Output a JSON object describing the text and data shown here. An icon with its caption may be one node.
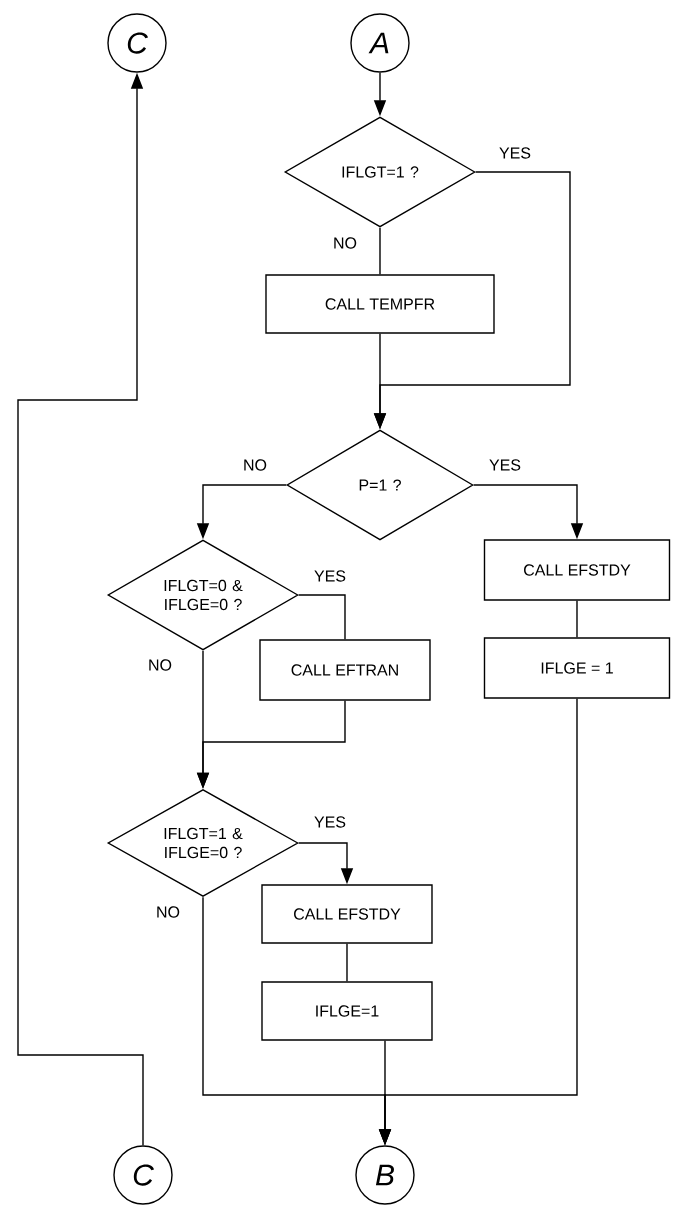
{
  "diagram": {
    "nodes": [
      {
        "text": [
          "C"
        ]
      },
      {
        "text": [
          "A"
        ]
      },
      {
        "text": [
          "IFLGT=1 ?"
        ]
      },
      {
        "text": [
          "CALL TEMPFR"
        ]
      },
      {
        "text": [
          "P=1 ?"
        ]
      },
      {
        "text": [
          "IFLGT=0 & IFLGE=0 ?"
        ]
      },
      {
        "text": [
          "CALL EFTRAN"
        ]
      },
      {
        "text": [
          "IFLGT=1 & IFLGE=0 ?"
        ]
      },
      {
        "text": [
          "CALL EFSTDY"
        ]
      },
      {
        "text": [
          "IFLGE=1"
        ]
      },
      {
        "text": [
          "CALL EFSTDY"
        ]
      },
      {
        "text": [
          "IFLGE = 1"
        ]
      },
      {
        "text": [
          "B"
        ]
      },
      {
        "text": [
          "C"
        ]
      }
    ],
    "edges": [
      {
        "from": 1,
        "to": 2,
        "arrow": "to"
      },
      {
        "from": 2,
        "to": 3,
        "arrow": "none",
        "label": "NO"
      },
      {
        "from": 2,
        "to": 4,
        "arrow": "to",
        "label": "YES"
      },
      {
        "from": 3,
        "to": 4,
        "arrow": "to"
      },
      {
        "from": 4,
        "to": 5,
        "arrow": "to",
        "label": "NO"
      },
      {
        "from": 4,
        "to": 10,
        "arrow": "to",
        "label": "YES"
      },
      {
        "from": 5,
        "to": 6,
        "arrow": "none",
        "label": "YES"
      },
      {
        "from": 5,
        "to": 7,
        "arrow": "to",
        "label": "NO"
      },
      {
        "from": 6,
        "to": 7,
        "arrow": "to"
      },
      {
        "from": 7,
        "to": 8,
        "arrow": "to",
        "label": "YES"
      },
      {
        "from": 7,
        "to": 12,
        "arrow": "to",
        "label": "NO"
      },
      {
        "from": 8,
        "to": 9,
        "arrow": "none"
      },
      {
        "from": 9,
        "to": 12,
        "arrow": "to"
      },
      {
        "from": 10,
        "to": 11,
        "arrow": "none"
      },
      {
        "from": 11,
        "to": 12,
        "arrow": "to"
      },
      {
        "from": 13,
        "to": 0,
        "arrow": "to"
      }
    ]
  }
}
